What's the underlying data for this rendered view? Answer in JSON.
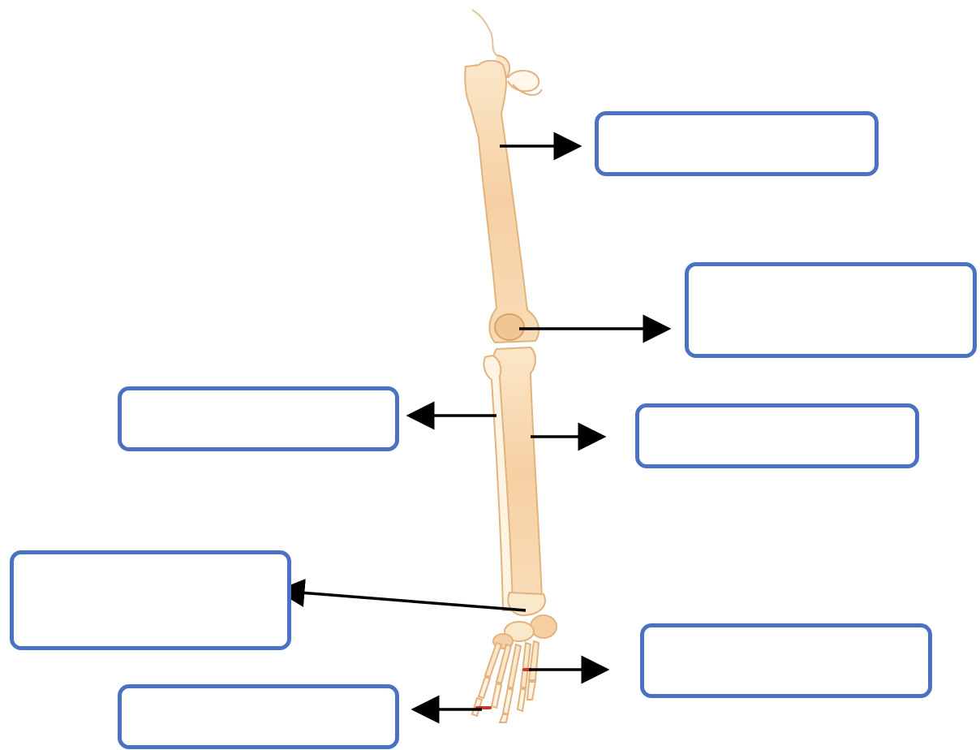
{
  "diagram": {
    "colors": {
      "box_border": "#4a72c0",
      "arrow": "#000000",
      "bone_fill": "#f7d9b0",
      "bone_outline": "#e2b37f",
      "joint_marks": "#c0392b"
    },
    "label_boxes": [
      {
        "id": "femur-label-box",
        "text": ""
      },
      {
        "id": "patella-label-box",
        "text": ""
      },
      {
        "id": "fibula-label-box",
        "text": ""
      },
      {
        "id": "tibia-label-box",
        "text": ""
      },
      {
        "id": "tarsals-label-box",
        "text": ""
      },
      {
        "id": "metatarsal-label-box",
        "text": ""
      },
      {
        "id": "phalanges-label-box",
        "text": ""
      }
    ]
  }
}
